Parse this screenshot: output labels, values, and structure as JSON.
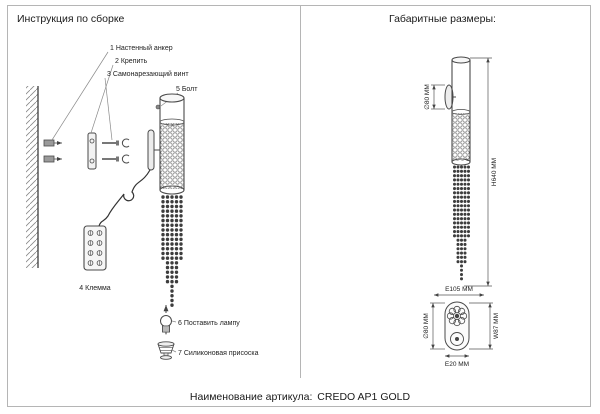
{
  "page": {
    "left_title": "Инструкция по сборке",
    "right_title": "Габаритные размеры:",
    "footer_label": "Наименование артикула:",
    "footer_value": "CREDO AP1 GOLD"
  },
  "assembly_labels": {
    "anchor": "1 Настенный анкер",
    "bracket": "2 Крепить",
    "screw": "3 Самонарезающий винт",
    "bolt": "5 Болт",
    "terminal": "4 Клемма",
    "bulb": "6 Поставить лампу",
    "suction": "7 Силиконовая присоска"
  },
  "dimensions": {
    "canopy_diameter": "∅80 MM",
    "height": "H640 MM",
    "depth_top": "E105 MM",
    "base_diameter": "∅80 MM",
    "width": "W87 MM",
    "depth_bottom": "E20 MM"
  },
  "colors": {
    "line": "#4a4a4a",
    "frame": "#b5b5b5",
    "bead": "#3d3d3d"
  }
}
